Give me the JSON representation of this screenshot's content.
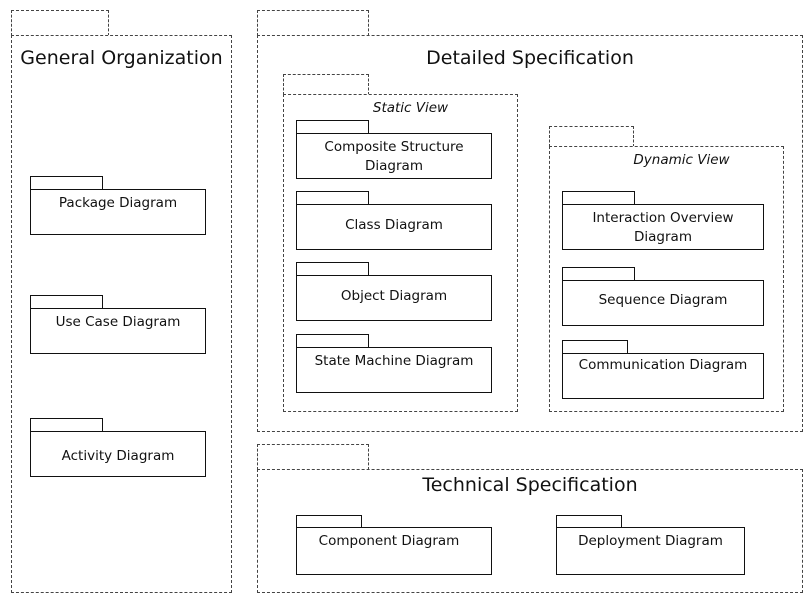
{
  "general_organization": {
    "title": "General Organization",
    "diagrams": {
      "package": "Package Diagram",
      "use_case": "Use Case Diagram",
      "activity": "Activity Diagram"
    }
  },
  "detailed_specification": {
    "title": "Detailed Specification",
    "static_view": {
      "title": "Static View",
      "diagrams": {
        "composite_structure_line1": "Composite Structure",
        "composite_structure_line2": "Diagram",
        "class": "Class Diagram",
        "object": "Object Diagram",
        "state_machine": "State Machine Diagram"
      }
    },
    "dynamic_view": {
      "title": "Dynamic View",
      "diagrams": {
        "interaction_overview_line1": "Interaction Overview",
        "interaction_overview_line2": "Diagram",
        "sequence": "Sequence Diagram",
        "communication": "Communication Diagram"
      }
    }
  },
  "technical_specification": {
    "title": "Technical Specification",
    "diagrams": {
      "component": "Component Diagram",
      "deployment": "Deployment Diagram"
    }
  }
}
